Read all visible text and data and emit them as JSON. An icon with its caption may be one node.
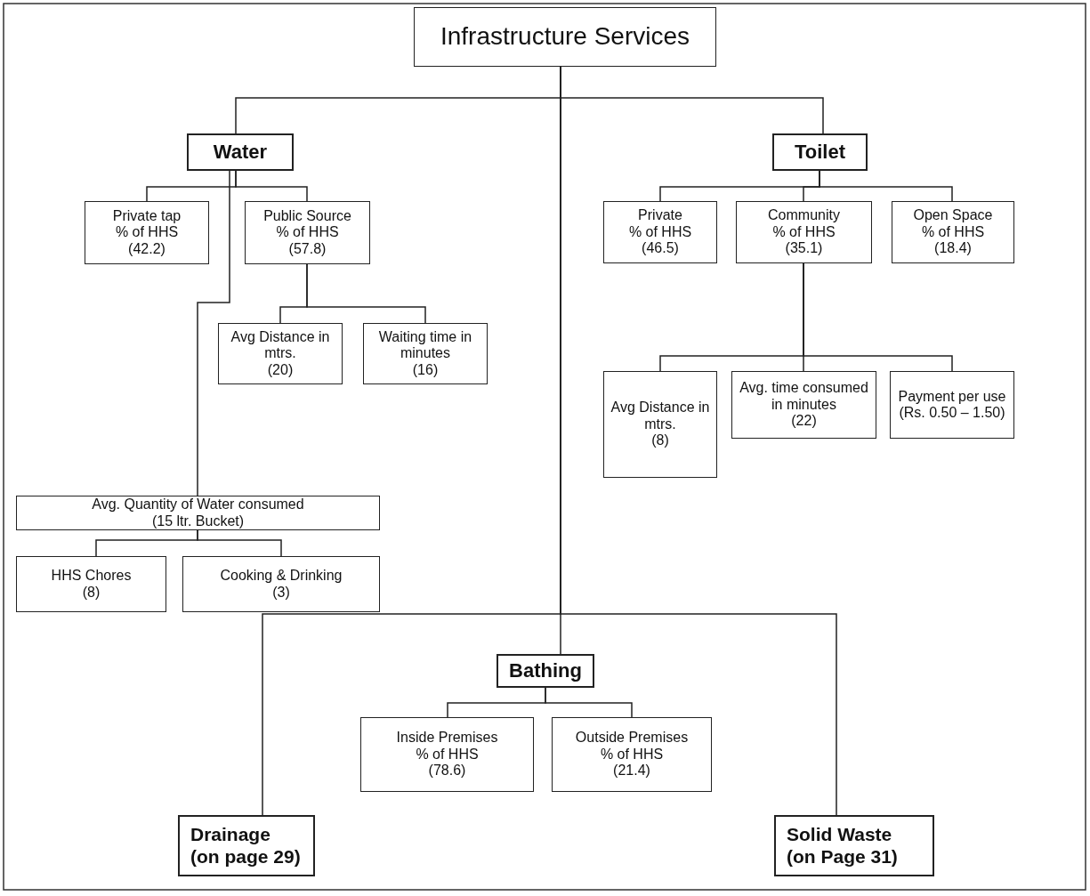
{
  "diagram": {
    "nodes": [
      {
        "text": [
          "Infrastructure Services"
        ]
      },
      {
        "text": [
          "Water"
        ]
      },
      {
        "text": [
          "Toilet"
        ]
      },
      {
        "text": [
          "Private tap",
          "% of HHS",
          "(42.2)"
        ]
      },
      {
        "text": [
          "Public Source",
          "% of HHS",
          "(57.8)"
        ]
      },
      {
        "text": [
          "Avg Distance in mtrs.",
          "(20)"
        ]
      },
      {
        "text": [
          "Waiting time in minutes",
          "(16)"
        ]
      },
      {
        "text": [
          "Avg. Quantity of Water consumed",
          "(15 ltr. Bucket)"
        ]
      },
      {
        "text": [
          "HHS Chores",
          "(8)"
        ]
      },
      {
        "text": [
          "Cooking & Drinking",
          "(3)"
        ]
      },
      {
        "text": [
          "Private",
          "% of HHS",
          "(46.5)"
        ]
      },
      {
        "text": [
          "Community",
          "% of HHS",
          "(35.1)"
        ]
      },
      {
        "text": [
          "Open Space",
          "% of HHS",
          "(18.4)"
        ]
      },
      {
        "text": [
          "Avg Distance in mtrs.",
          "(8)"
        ]
      },
      {
        "text": [
          "Avg. time consumed in minutes",
          "(22)"
        ]
      },
      {
        "text": [
          "Payment per use",
          "(Rs. 0.50 – 1.50)"
        ]
      },
      {
        "text": [
          "Bathing"
        ]
      },
      {
        "text": [
          "Inside Premises",
          "% of HHS",
          "(78.6)"
        ]
      },
      {
        "text": [
          "Outside Premises",
          "% of HHS",
          "(21.4)"
        ]
      },
      {
        "text": [
          "Drainage",
          "(on page 29)"
        ]
      },
      {
        "text": [
          "Solid Waste",
          "(on Page 31)"
        ]
      }
    ],
    "edges": [
      {
        "from": 0,
        "to": 1,
        "arrow": "none"
      },
      {
        "from": 0,
        "to": 2,
        "arrow": "none"
      },
      {
        "from": 0,
        "to": 16,
        "arrow": "none"
      },
      {
        "from": 0,
        "to": 19,
        "arrow": "none"
      },
      {
        "from": 0,
        "to": 20,
        "arrow": "none"
      },
      {
        "from": 1,
        "to": 3,
        "arrow": "none"
      },
      {
        "from": 1,
        "to": 4,
        "arrow": "none"
      },
      {
        "from": 1,
        "to": 7,
        "arrow": "none"
      },
      {
        "from": 4,
        "to": 5,
        "arrow": "none"
      },
      {
        "from": 4,
        "to": 6,
        "arrow": "none"
      },
      {
        "from": 7,
        "to": 8,
        "arrow": "none"
      },
      {
        "from": 7,
        "to": 9,
        "arrow": "none"
      },
      {
        "from": 2,
        "to": 10,
        "arrow": "none"
      },
      {
        "from": 2,
        "to": 11,
        "arrow": "none"
      },
      {
        "from": 2,
        "to": 12,
        "arrow": "none"
      },
      {
        "from": 11,
        "to": 13,
        "arrow": "none"
      },
      {
        "from": 11,
        "to": 14,
        "arrow": "none"
      },
      {
        "from": 11,
        "to": 15,
        "arrow": "none"
      },
      {
        "from": 16,
        "to": 17,
        "arrow": "none"
      },
      {
        "from": 16,
        "to": 18,
        "arrow": "none"
      }
    ]
  }
}
